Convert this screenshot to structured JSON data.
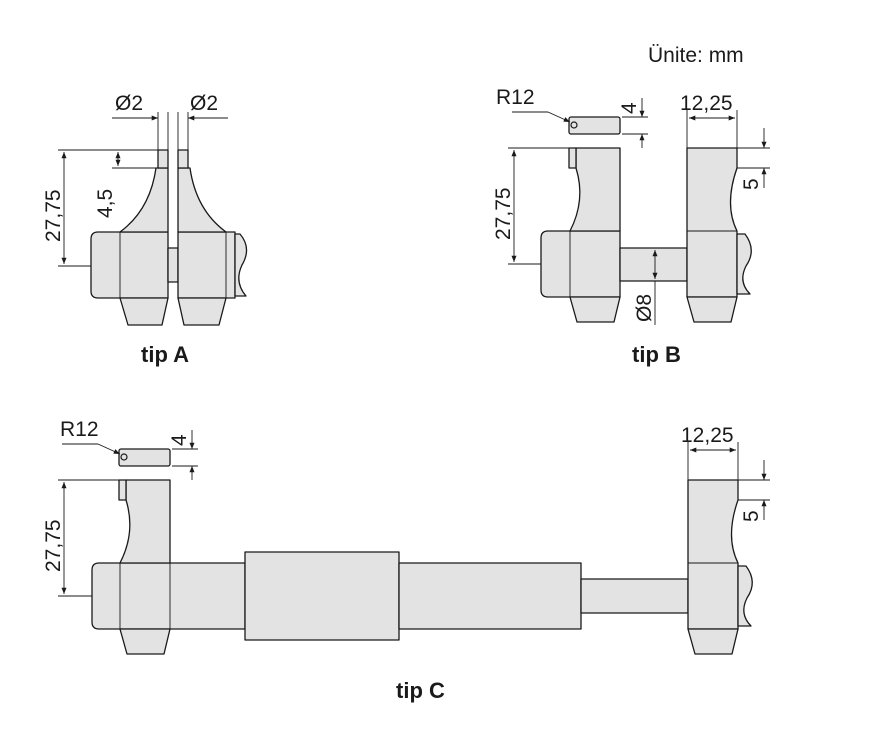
{
  "units_label": "Ünite: mm",
  "tip_a": {
    "caption": "tip A",
    "dia_left": "Ø2",
    "dia_right": "Ø2",
    "height": "27,75",
    "tip_height": "4,5"
  },
  "tip_b": {
    "caption": "tip B",
    "radius": "R12",
    "thickness": "4",
    "width": "12,25",
    "height": "27,75",
    "step": "5",
    "rod_dia": "Ø8"
  },
  "tip_c": {
    "caption": "tip C",
    "radius": "R12",
    "thickness": "4",
    "width": "12,25",
    "height": "27,75",
    "step": "5"
  },
  "colors": {
    "part_fill": "#e3e3e3",
    "line": "#1a1a1a"
  }
}
